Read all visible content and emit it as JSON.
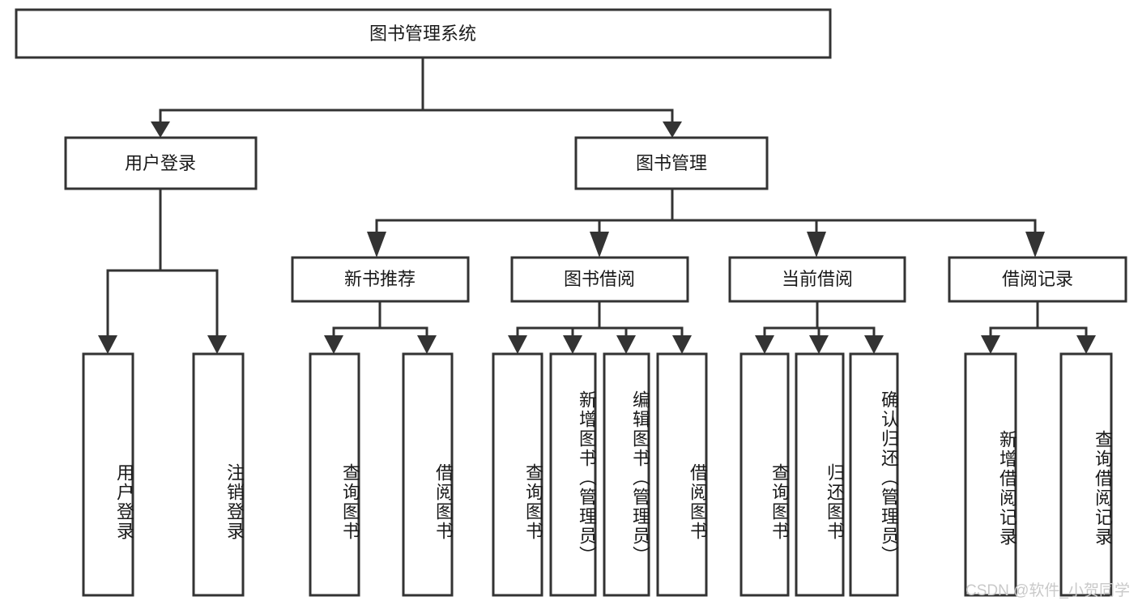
{
  "diagram": {
    "type": "tree",
    "title": "图书管理系统",
    "root": {
      "id": "root",
      "label": "图书管理系统",
      "orientation": "horizontal"
    },
    "level1": [
      {
        "id": "user-login",
        "label": "用户登录",
        "orientation": "horizontal"
      },
      {
        "id": "book-management",
        "label": "图书管理",
        "orientation": "horizontal"
      }
    ],
    "level2": [
      {
        "id": "new-book-recommend",
        "label": "新书推荐",
        "orientation": "horizontal",
        "parent": "book-management"
      },
      {
        "id": "book-borrow",
        "label": "图书借阅",
        "orientation": "horizontal",
        "parent": "book-management"
      },
      {
        "id": "current-borrow",
        "label": "当前借阅",
        "orientation": "horizontal",
        "parent": "book-management"
      },
      {
        "id": "borrow-record",
        "label": "借阅记录",
        "orientation": "horizontal",
        "parent": "book-management"
      }
    ],
    "leaves": [
      {
        "id": "leaf-user-login",
        "label": "用户登录",
        "orientation": "vertical",
        "parent": "user-login"
      },
      {
        "id": "leaf-user-logout",
        "label": "注销登录",
        "orientation": "vertical",
        "parent": "user-login"
      },
      {
        "id": "leaf-query-book-1",
        "label": "查询图书",
        "orientation": "vertical",
        "parent": "new-book-recommend"
      },
      {
        "id": "leaf-borrow-book-1",
        "label": "借阅图书",
        "orientation": "vertical",
        "parent": "new-book-recommend"
      },
      {
        "id": "leaf-query-book-2",
        "label": "查询图书",
        "orientation": "vertical",
        "parent": "book-borrow"
      },
      {
        "id": "leaf-add-book",
        "label": "新增图书（管理员）",
        "orientation": "vertical",
        "parent": "book-borrow"
      },
      {
        "id": "leaf-edit-book",
        "label": "编辑图书（管理员）",
        "orientation": "vertical",
        "parent": "book-borrow"
      },
      {
        "id": "leaf-borrow-book-2",
        "label": "借阅图书",
        "orientation": "vertical",
        "parent": "book-borrow"
      },
      {
        "id": "leaf-query-book-3",
        "label": "查询图书",
        "orientation": "vertical",
        "parent": "current-borrow"
      },
      {
        "id": "leaf-return-book",
        "label": "归还图书",
        "orientation": "vertical",
        "parent": "current-borrow"
      },
      {
        "id": "leaf-confirm-return",
        "label": "确认归还（管理员）",
        "orientation": "vertical",
        "parent": "current-borrow"
      },
      {
        "id": "leaf-add-record",
        "label": "新增借阅记录",
        "orientation": "vertical",
        "parent": "borrow-record"
      },
      {
        "id": "leaf-query-record",
        "label": "查询借阅记录",
        "orientation": "vertical",
        "parent": "borrow-record"
      }
    ],
    "colors": {
      "box_border": "#333333",
      "box_fill": "#ffffff",
      "connector": "#333333",
      "text": "#1a1a1a",
      "watermark": "#c9c9c9",
      "background": "#ffffff"
    }
  },
  "watermark": {
    "text": "CSDN @软件_小贺同学"
  }
}
